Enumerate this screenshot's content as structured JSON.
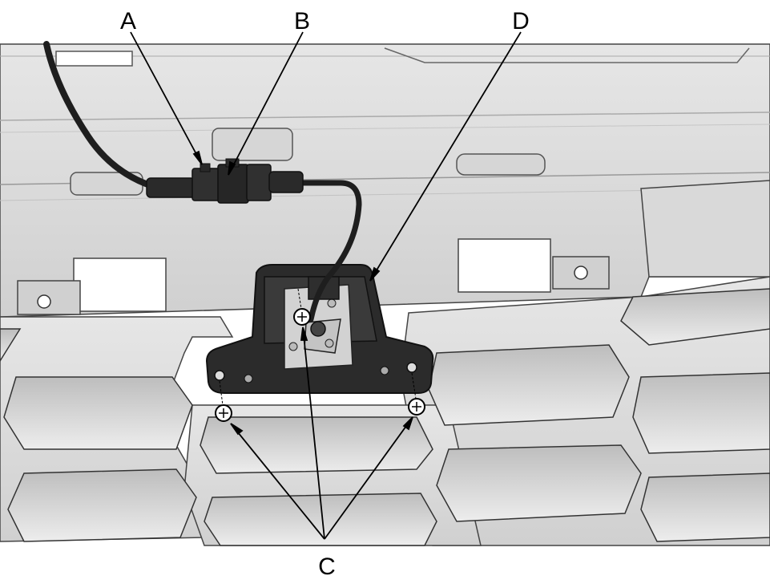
{
  "callouts": {
    "a": "A",
    "b": "B",
    "c": "C",
    "d": "D"
  },
  "colors": {
    "grille": "#dcdcdc",
    "grille_light": "#ebebeb",
    "grille_shadow": "#b8b8b8",
    "outline": "#333333",
    "cable": "#1e1e1e",
    "bracket": "#2a2a2a",
    "plate": "#d2d2d2"
  },
  "icons": {
    "screw": "screw-icon"
  }
}
